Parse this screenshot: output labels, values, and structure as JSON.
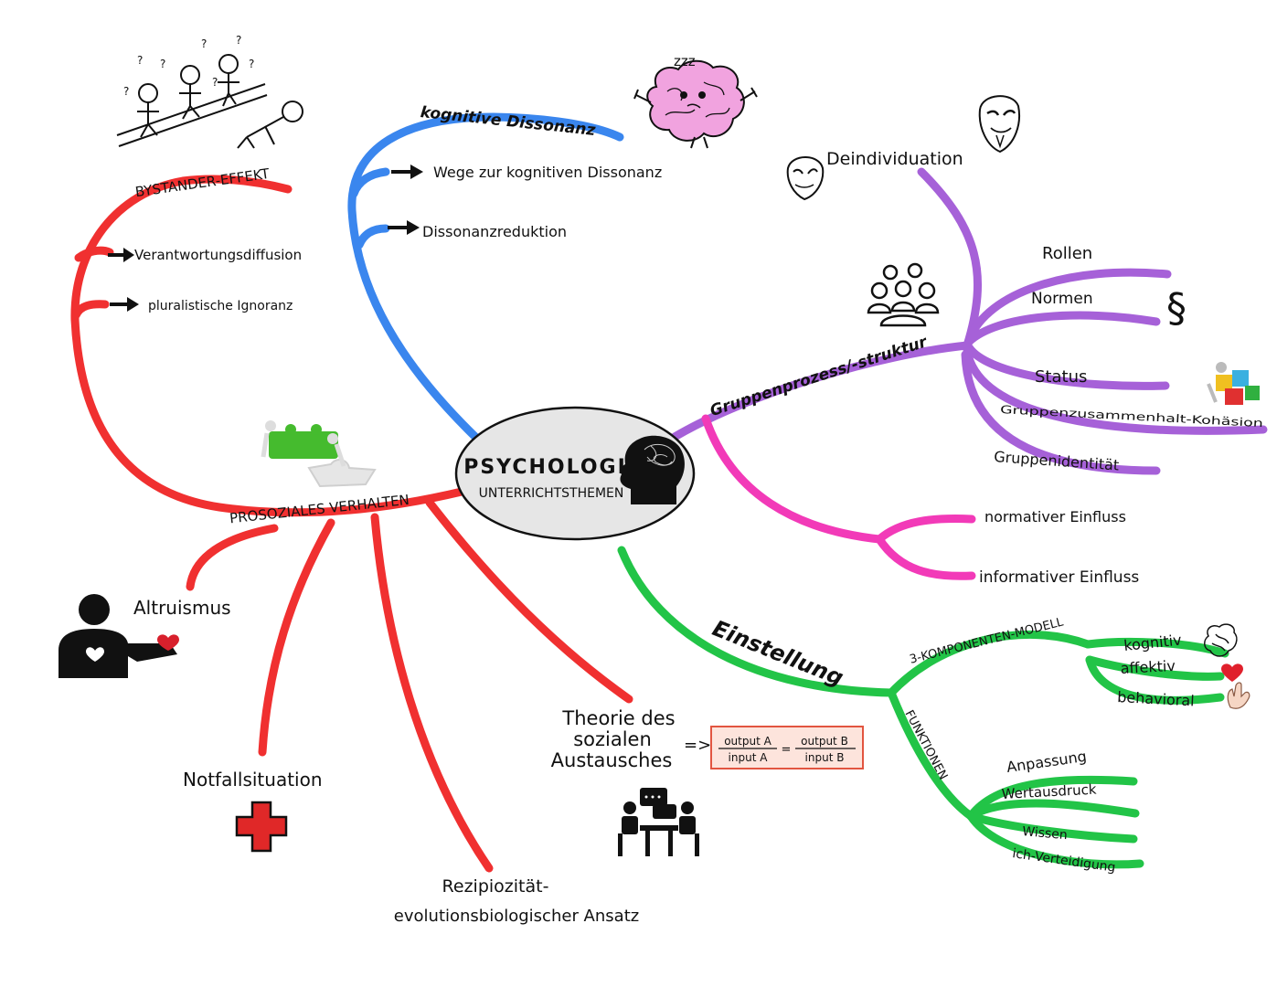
{
  "center": {
    "title": "PSYCHOLOGIE",
    "subtitle": "UNTERRICHTSTHEMEN"
  },
  "colors": {
    "red": "#f03030",
    "blue": "#3a86ee",
    "purple": "#a661d8",
    "magenta": "#f23ab8",
    "green": "#22c447"
  },
  "branches": {
    "bystander": {
      "title": "BYSTANDER-EFFEKT",
      "items": [
        "Verantwortungsdiffusion",
        "pluralistische Ignoranz"
      ]
    },
    "dissonanz": {
      "title": "kognitive Dissonanz",
      "items": [
        "Wege zur kognitiven Dissonanz",
        "Dissonanzreduktion"
      ]
    },
    "prosozial": {
      "title": "PROSOZIALES VERHALTEN",
      "items": {
        "altruismus": "Altruismus",
        "notfall": "Notfallsituation",
        "rezi_1": "Rezipiozität-",
        "rezi_2": "evolutionsbiologischer Ansatz",
        "theorie_1": "Theorie des",
        "theorie_2": "sozialen",
        "theorie_3": "Austausches"
      },
      "formula": {
        "arrow": "=>",
        "num_a": "output A",
        "den_a": "input A",
        "eq": "=",
        "num_b": "output B",
        "den_b": "input B"
      }
    },
    "gruppe": {
      "title": "Gruppenprozess/-struktur",
      "deindividuation": "Deindividuation",
      "items": [
        "Rollen",
        "Normen",
        "Status",
        "Gruppenzusammenhalt-Kohäsion",
        "Gruppenidentität"
      ],
      "paragraph_symbol": "§",
      "influence": [
        "normativer Einfluss",
        "informativer Einfluss"
      ]
    },
    "einstellung": {
      "title": "Einstellung",
      "model": {
        "title": "3-KOMPONENTEN-MODELL",
        "items": [
          "kognitiv",
          "affektiv",
          "behavioral"
        ]
      },
      "funktionen": {
        "title": "FUNKTIONEN",
        "items": [
          "Anpassung",
          "Wertausdruck",
          "Wissen",
          "ich-Verteidigung"
        ]
      }
    }
  },
  "decor": {
    "question_marks": [
      "?",
      "?",
      "?",
      "?",
      "?",
      "?",
      "?"
    ],
    "sleep": "zzz"
  },
  "icons": [
    "bystander-stickfigures-icon",
    "brain-icon",
    "mask-icon",
    "people-group-icon",
    "puzzle-icon",
    "head-brain-icon",
    "altruism-person-icon",
    "heart-icon",
    "red-cross-icon",
    "meeting-table-icon",
    "hand-icon",
    "cubes-icon"
  ]
}
